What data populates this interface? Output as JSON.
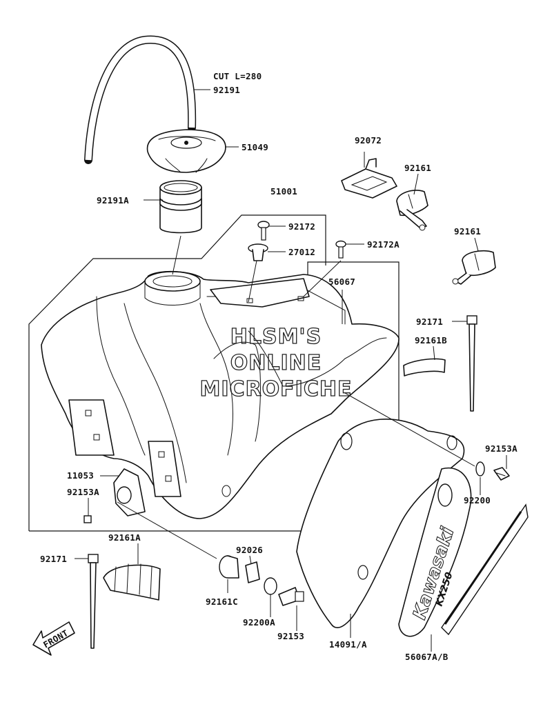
{
  "watermark": [
    "HLSM'S",
    "ONLINE",
    "MICROFICHE"
  ],
  "front_arrow": "FRONT",
  "decal_text": {
    "brand": "Kawasaki",
    "model": "KX250"
  },
  "labels": {
    "cut_note": "CUT L=280",
    "p92191": "92191",
    "p51049": "51049",
    "p92191A": "92191A",
    "p51001": "51001",
    "p92172": "92172",
    "p27012": "27012",
    "p92172A": "92172A",
    "p92072": "92072",
    "p92161_a": "92161",
    "p92161_b": "92161",
    "p56067": "56067",
    "p92171_r": "92171",
    "p92161B": "92161B",
    "p92153A_r": "92153A",
    "p92200": "92200",
    "p11053": "11053",
    "p92153A_l": "92153A",
    "p92171_l": "92171",
    "p92161A": "92161A",
    "p92026": "92026",
    "p92161C": "92161C",
    "p92200A": "92200A",
    "p92153": "92153",
    "p14091A": "14091/A",
    "p56067AB": "56067A/B"
  }
}
